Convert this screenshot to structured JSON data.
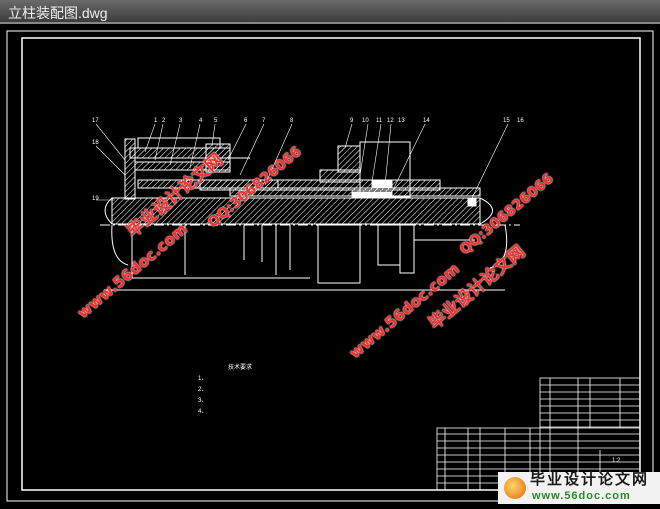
{
  "window": {
    "title": "立柱装配图.dwg"
  },
  "drawing": {
    "part_labels": [
      "17",
      "1",
      "2",
      "3",
      "4",
      "5",
      "6",
      "7",
      "8",
      "9",
      "10",
      "11",
      "12",
      "13",
      "14",
      "15",
      "16",
      "18",
      "19"
    ],
    "notes_title": "技术要求",
    "notes": [
      "1、",
      "2、",
      "3、",
      "4、"
    ],
    "scale": "1:2"
  },
  "watermarks": {
    "site": "www.56doc.com",
    "name": "毕业设计论文网",
    "qq": "QQ:306826066"
  },
  "logo": {
    "name": "毕业设计论文网",
    "url": "www.56doc.com"
  },
  "colors": {
    "background": "#000000",
    "lines": "#ffffff",
    "watermark": "#ff2a2a"
  }
}
